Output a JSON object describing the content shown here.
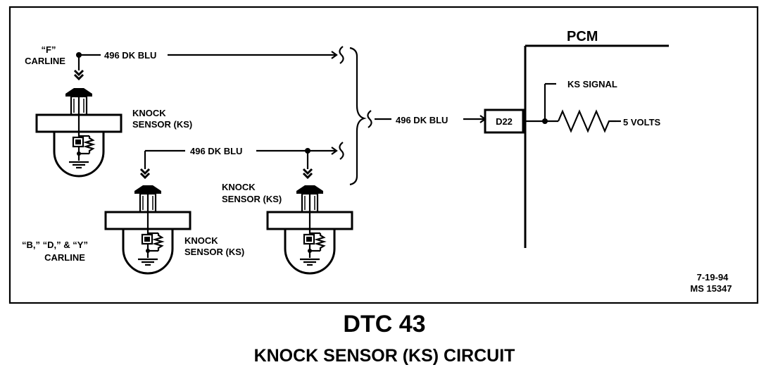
{
  "circuit": {
    "wire_label_f": "496 DK BLU",
    "wire_label_bdy": "496 DK BLU",
    "wire_label_pcm": "496 DK BLU",
    "connector": "D22",
    "ks_signal": "KS SIGNAL",
    "reference_voltage": "5 VOLTS",
    "pcm": "PCM"
  },
  "carlines": {
    "f_line1": "“F”",
    "f_line2": "CARLINE",
    "bdy_line1": "“B,” “D,” & “Y”",
    "bdy_line2": "CARLINE"
  },
  "sensors": {
    "ks1_line1": "KNOCK",
    "ks1_line2": "SENSOR (KS)",
    "ks2_line1": "KNOCK",
    "ks2_line2": "SENSOR (KS)",
    "ks3_line1": "KNOCK",
    "ks3_line2": "SENSOR (KS)"
  },
  "stamp": {
    "date": "7-19-94",
    "id": "MS 15347"
  },
  "caption": {
    "title": "DTC 43",
    "subtitle": "KNOCK SENSOR (KS) CIRCUIT"
  }
}
